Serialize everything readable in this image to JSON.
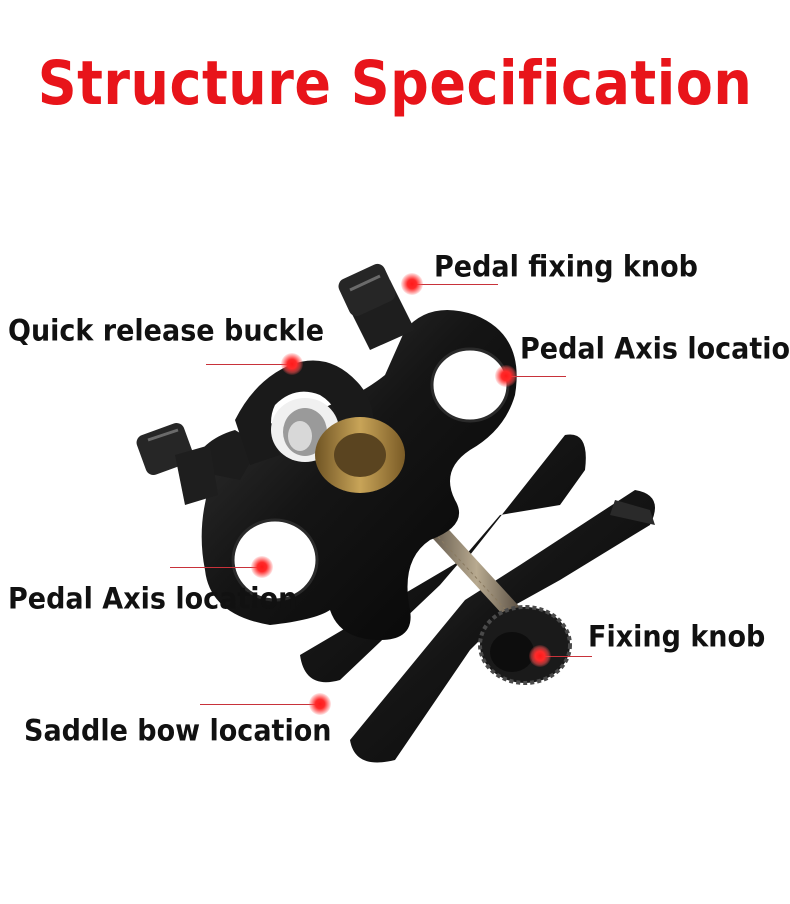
{
  "title": "Structure Specification",
  "colors": {
    "title": "#e8141a",
    "dot": "#ff1a1a",
    "leader_line": "#c8323a",
    "product_metal": "#141414",
    "brass_collar": "#a8843c"
  },
  "callouts": [
    {
      "id": "pedal-fixing-knob",
      "label": "Pedal fixing knob"
    },
    {
      "id": "quick-release-buckle",
      "label": "Quick release buckle"
    },
    {
      "id": "pedal-axis-location-right",
      "label": "Pedal Axis location"
    },
    {
      "id": "pedal-axis-location-left",
      "label": "Pedal Axis location"
    },
    {
      "id": "fixing-knob",
      "label": "Fixing knob"
    },
    {
      "id": "saddle-bow-location",
      "label": "Saddle bow location"
    }
  ]
}
